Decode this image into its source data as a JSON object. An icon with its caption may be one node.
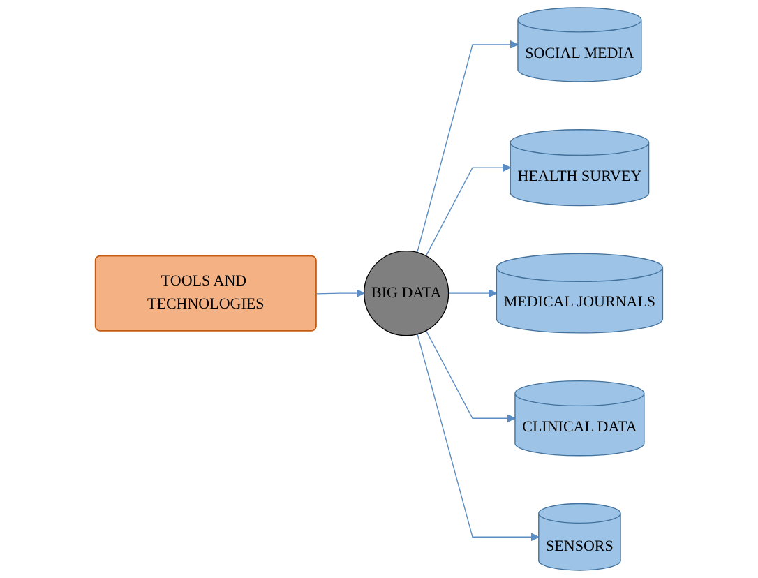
{
  "diagram": {
    "nodes": [
      {
        "text": [
          "TOOLS AND TECHNOLOGIES"
        ]
      },
      {
        "text": [
          "BIG DATA"
        ]
      },
      {
        "text": [
          "SOCIAL MEDIA"
        ]
      },
      {
        "text": [
          "HEALTH SURVEY"
        ]
      },
      {
        "text": [
          "MEDICAL JOURNALS"
        ]
      },
      {
        "text": [
          "CLINICAL DATA"
        ]
      },
      {
        "text": [
          "SENSORS"
        ]
      }
    ],
    "edges": [
      {
        "from": 0,
        "to": 1,
        "arrow": "to"
      },
      {
        "from": 1,
        "to": 2,
        "arrow": "to"
      },
      {
        "from": 1,
        "to": 3,
        "arrow": "to"
      },
      {
        "from": 1,
        "to": 4,
        "arrow": "to"
      },
      {
        "from": 1,
        "to": 5,
        "arrow": "to"
      },
      {
        "from": 1,
        "to": 6,
        "arrow": "to"
      }
    ]
  }
}
